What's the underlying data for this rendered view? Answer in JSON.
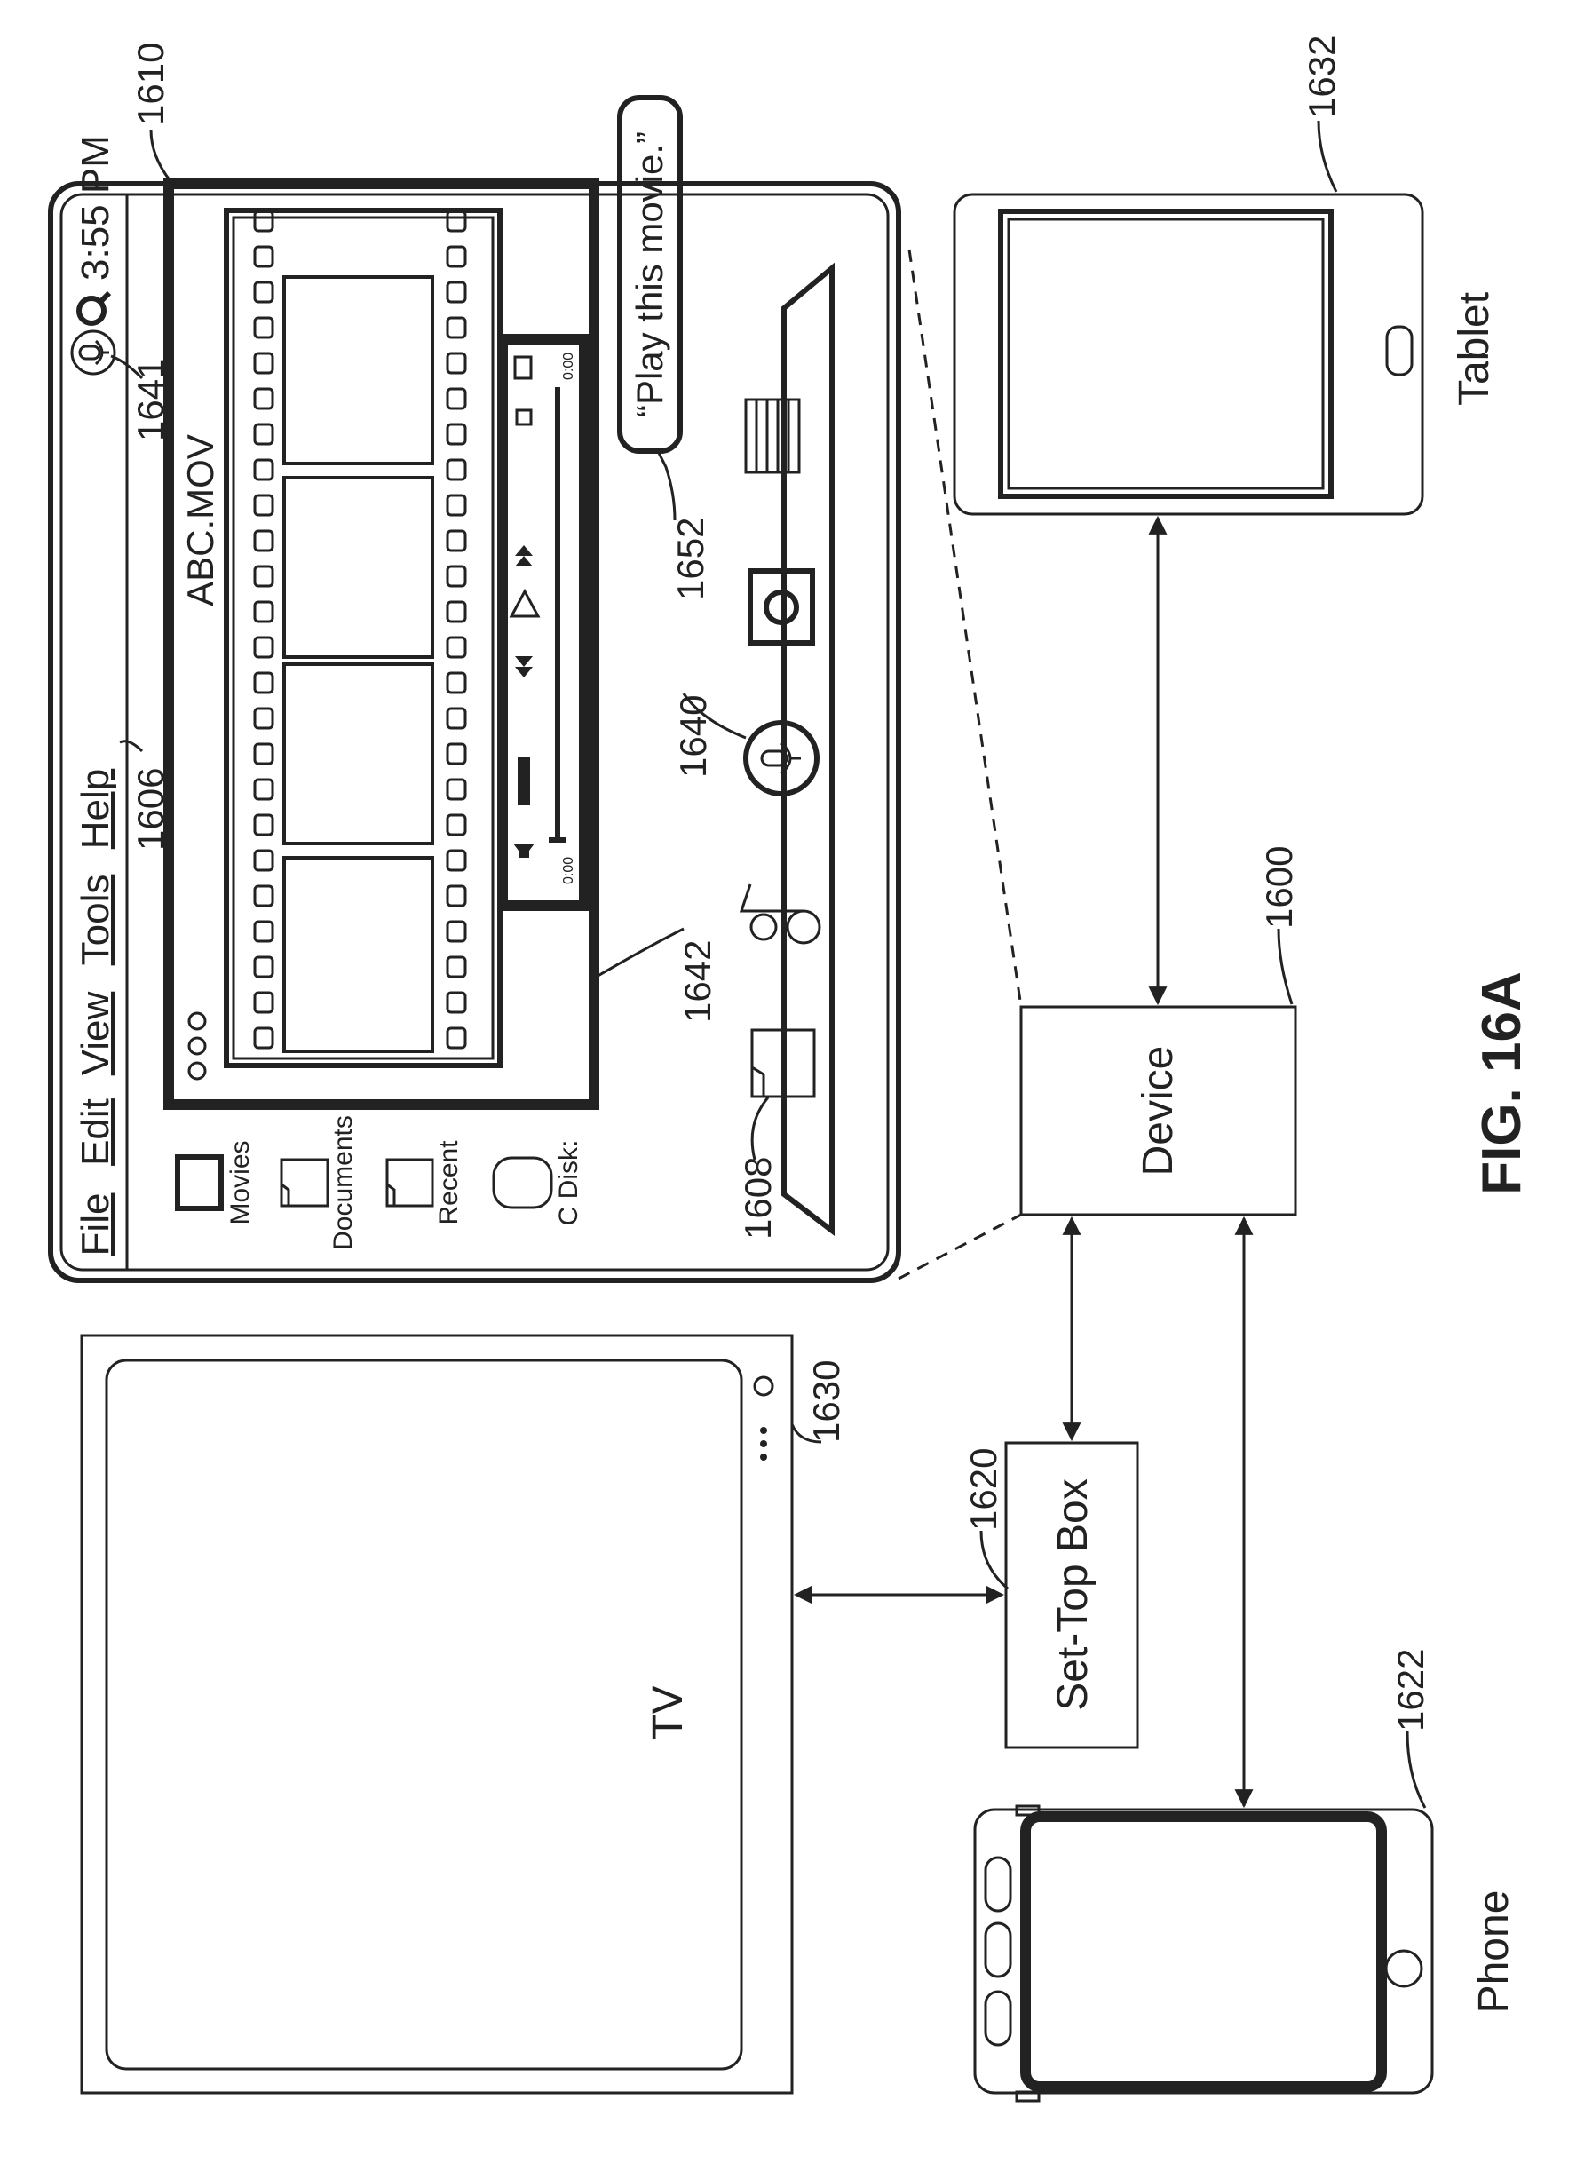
{
  "figure": {
    "label": "FIG. 16A"
  },
  "menu": {
    "items": [
      "File",
      "Edit",
      "View",
      "Tools",
      "Help"
    ],
    "clock": "3:55 PM"
  },
  "player": {
    "title": "ABC.MOV",
    "time_start": "0:00",
    "time_end": "0:00"
  },
  "desktop_icons": [
    "Movies",
    "Documents",
    "Recent",
    "C Disk:"
  ],
  "speech_bubble": "“Play this movie.”",
  "devices": {
    "tv": "TV",
    "set_top_box": "Set-Top Box",
    "device": "Device",
    "tablet": "Tablet",
    "phone": "Phone"
  },
  "refs": {
    "r1610": "1610",
    "r1641": "1641",
    "r1606": "1606",
    "r1642": "1642",
    "r1652": "1652",
    "r1640": "1640",
    "r1608": "1608",
    "r1600": "1600",
    "r1632": "1632",
    "r1630": "1630",
    "r1620": "1620",
    "r1622": "1622"
  }
}
